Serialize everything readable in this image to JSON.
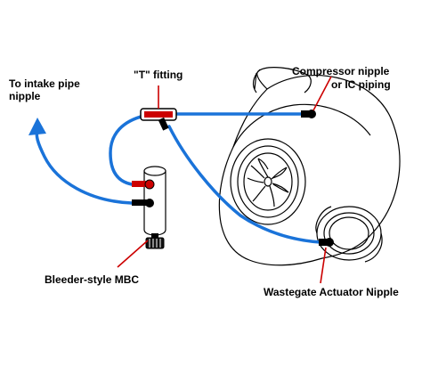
{
  "labels": {
    "intake_line1": "To intake pipe",
    "intake_line2": "nipple",
    "t_fitting": "\"T\" fitting",
    "compressor_line1": "Compressor nipple",
    "compressor_line2": "or IC piping",
    "bleeder": "Bleeder-style MBC",
    "wastegate": "Wastegate Actuator Nipple"
  },
  "colors": {
    "hose": "#1a73d9",
    "pointer": "#cc0000",
    "nipple": "#000000",
    "t_fitting_body": "#cc0000",
    "mbc_inlet": "#cc0000",
    "outline": "#000000"
  }
}
